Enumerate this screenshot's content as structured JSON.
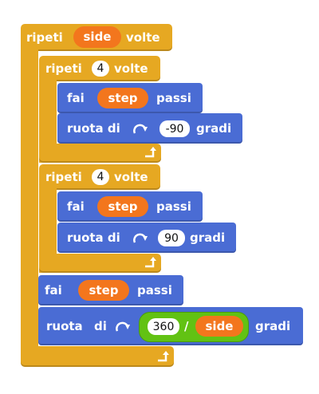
{
  "outer_loop": {
    "repeat_word": "ripeti",
    "count_var": "side",
    "times_word": "volte"
  },
  "loop_1": {
    "repeat_word": "ripeti",
    "count": "4",
    "times_word": "volte",
    "move": {
      "do_word": "fai",
      "var": "step",
      "steps_word": "passi"
    },
    "turn": {
      "turn_word": "ruota di",
      "degrees": "-90",
      "degrees_word": "gradi"
    }
  },
  "loop_2": {
    "repeat_word": "ripeti",
    "count": "4",
    "times_word": "volte",
    "move": {
      "do_word": "fai",
      "var": "step",
      "steps_word": "passi"
    },
    "turn": {
      "turn_word": "ruota di",
      "degrees": "90",
      "degrees_word": "gradi"
    }
  },
  "final_move": {
    "do_word": "fai",
    "var": "step",
    "steps_word": "passi"
  },
  "final_turn": {
    "turn_word": "ruota",
    "of_word": "di",
    "numerator": "360",
    "operator": "/",
    "denominator": "side",
    "degrees_word": "gradi"
  },
  "colors": {
    "control": "#e6a822",
    "motion": "#4a6cd4",
    "variable": "#f3761d",
    "operator": "#62c213"
  },
  "icons": {
    "loop_arrow": "return-arrow-icon",
    "turn": "clockwise-turn-icon"
  }
}
